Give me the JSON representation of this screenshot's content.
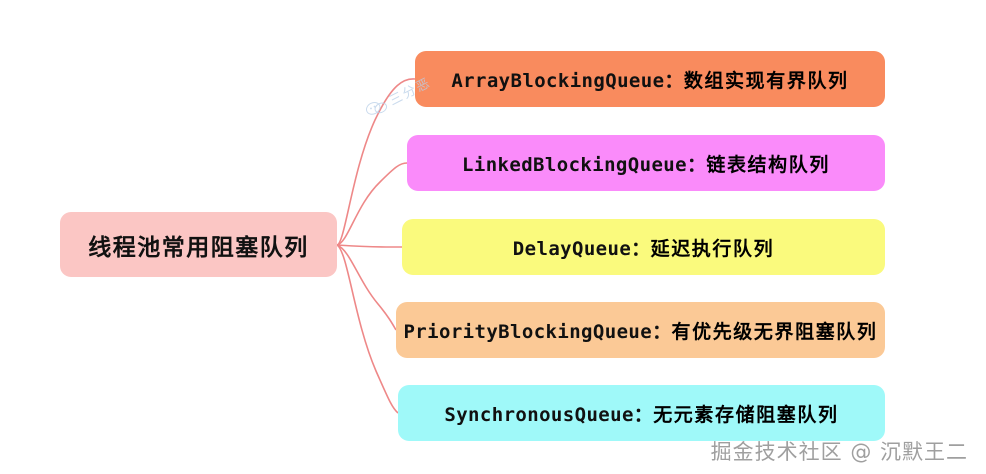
{
  "diagram": {
    "type": "mind-map",
    "root": {
      "label": "线程池常用阻塞队列",
      "color": "#fbc6c4",
      "text_color": "#111111"
    },
    "branches": [
      {
        "code": "ArrayBlockingQueue：",
        "desc": "数组实现有界队列",
        "full_label": "ArrayBlockingQueue：数组实现有界队列",
        "color": "#f98b5e"
      },
      {
        "code": "LinkedBlockingQueue：",
        "desc": "链表结构队列",
        "full_label": "LinkedBlockingQueue：链表结构队列",
        "color": "#fa8bfa"
      },
      {
        "code": "DelayQueue：",
        "desc": "延迟执行队列",
        "full_label": "DelayQueue：延迟执行队列",
        "color": "#fafa7d"
      },
      {
        "code": "PriorityBlockingQueue：",
        "desc": "有优先级无界阻塞队列",
        "full_label": "PriorityBlockingQueue：有优先级无界阻塞队列",
        "color": "#fbc996"
      },
      {
        "code": "SynchronousQueue：",
        "desc": "无元素存储阻塞队列",
        "full_label": "SynchronousQueue：无元素存储阻塞队列",
        "color": "#9ff9f9"
      }
    ],
    "connector_color": "#ee8888"
  },
  "watermarks": {
    "corner": "掘金技术社区 @ 沉默王二",
    "corner_color": "#9a9a9a",
    "diagonal": "三分恶",
    "diagonal_icon": "wechat-icon",
    "diagonal_color": "#b9cfe8"
  }
}
